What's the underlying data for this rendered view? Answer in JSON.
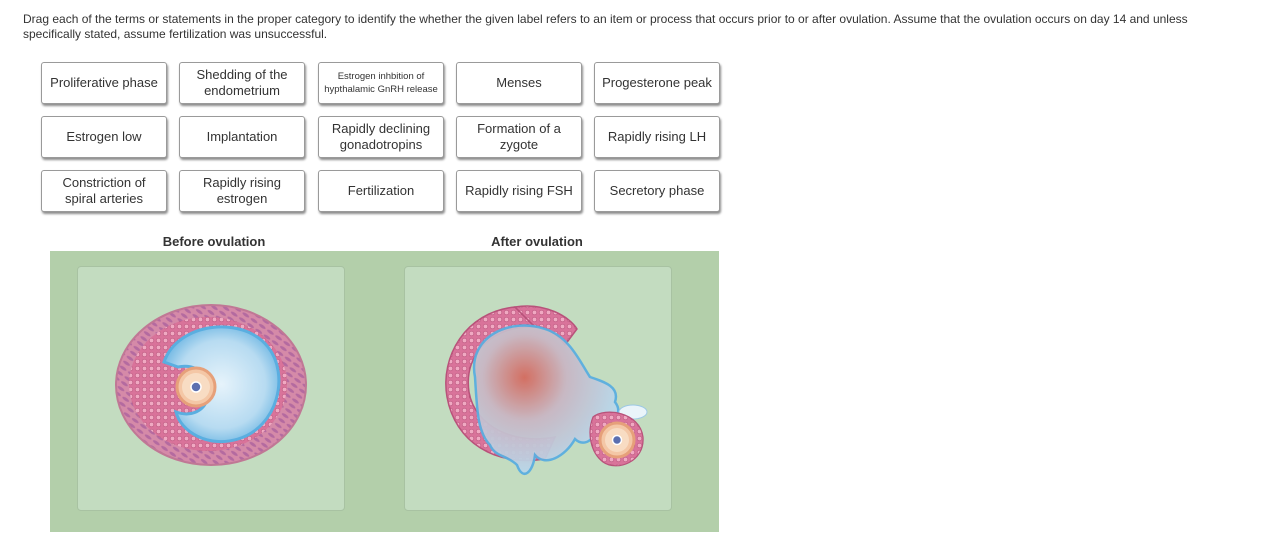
{
  "instructions": "Drag each of the terms or statements in the proper category to identify the whether the given label refers to an item or process that occurs prior to or after ovulation. Assume that the ovulation occurs on day 14 and unless specifically stated, assume fertilization was unsuccessful.",
  "tiles": [
    "Proliferative phase",
    "Shedding of the endometrium",
    "Estrogen inhbition of hypthalamic GnRH release",
    "Menses",
    "Progesterone peak",
    "Estrogen low",
    "Implantation",
    "Rapidly declining gonadotropins",
    "Formation of a zygote",
    "Rapidly rising LH",
    "Constriction of spiral arteries",
    "Rapidly rising estrogen",
    "Fertilization",
    "Rapidly rising FSH",
    "Secretory phase"
  ],
  "zones": {
    "before": {
      "title": "Before ovulation"
    },
    "after": {
      "title": "After ovulation"
    }
  },
  "colors": {
    "stage_bg": "#b3cfaa",
    "dropzone_bg": "#c3dcc0",
    "follicle_pink": "#d66a8c",
    "antrum_blue": "#a9d4ee"
  }
}
